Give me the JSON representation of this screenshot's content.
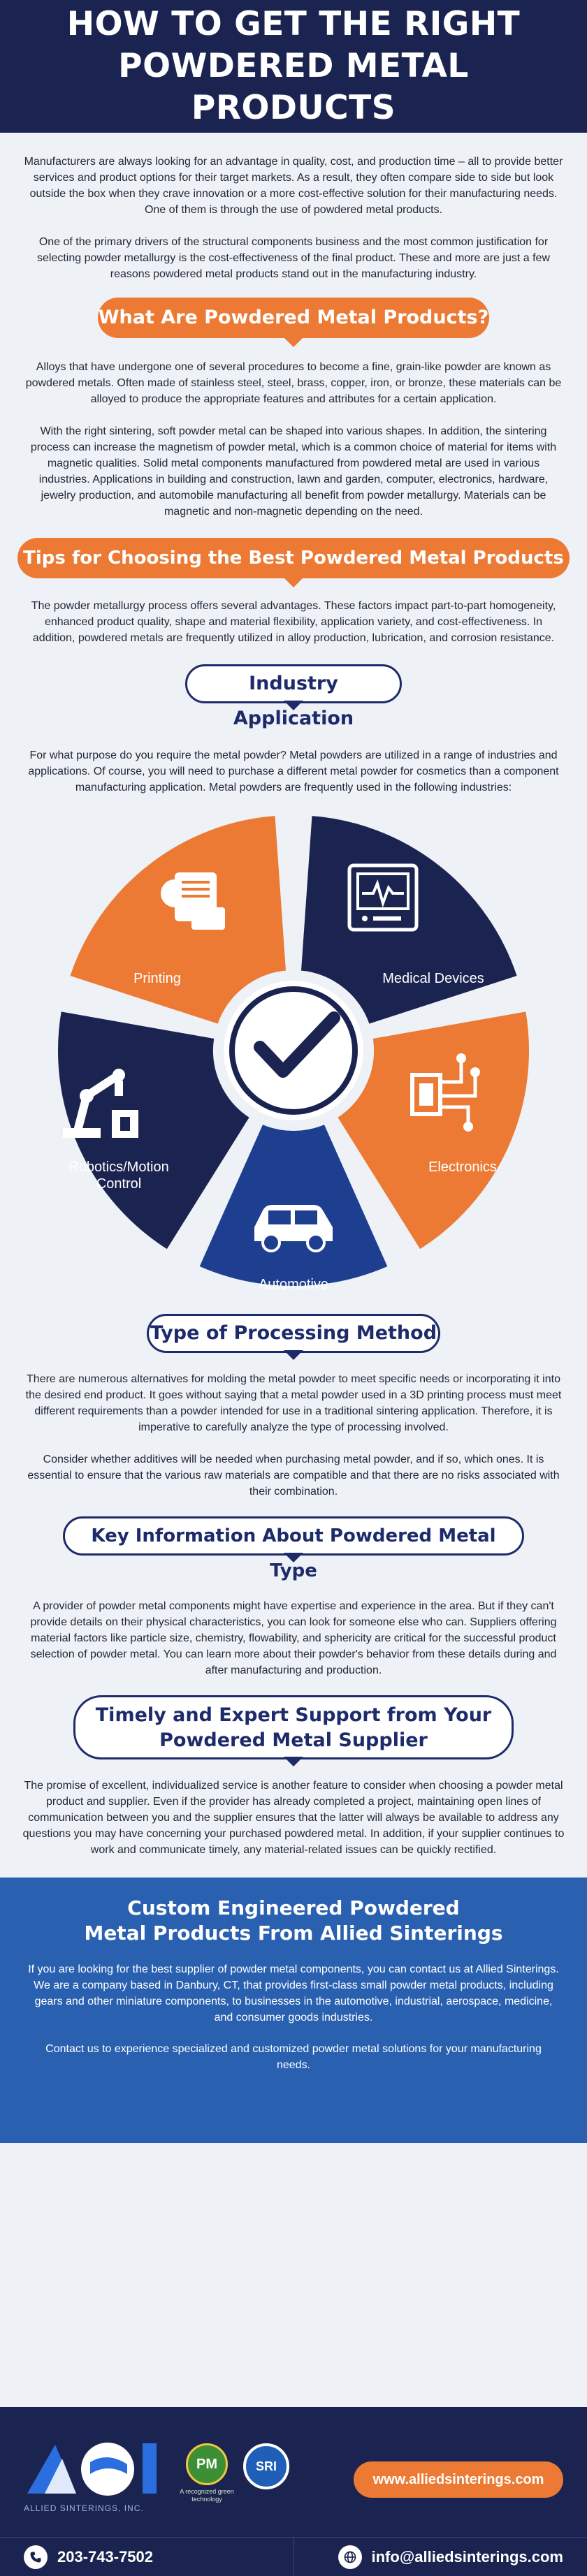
{
  "header": {
    "title": "HOW TO GET THE RIGHT POWDERED METAL PRODUCTS"
  },
  "intro": {
    "p1": "Manufacturers are always looking for an advantage in quality, cost, and production time – all to provide better services and product options for their target markets. As a result, they often compare side to side but look outside the box when they crave innovation or a more cost-effective solution for their manufacturing needs. One of them is through the use of powdered metal products.",
    "p2": "One of the primary drivers of the structural components business and the most common justification for selecting powder metallurgy is the cost-effectiveness of the final product. These and more are just a few reasons powdered metal products stand out in the manufacturing industry."
  },
  "what": {
    "title": "What Are Powdered Metal Products?",
    "p1": "Alloys that have undergone one of several procedures to become a fine, grain-like powder are known as powdered metals. Often made of stainless steel, steel, brass, copper, iron, or bronze, these materials can be alloyed to produce the appropriate features and attributes for a certain application.",
    "p2": "With the right sintering, soft powder metal can be shaped into various shapes. In addition, the sintering process can increase the magnetism of powder metal, which is a common choice of material for items with magnetic qualities. Solid metal components manufactured from powdered metal are used in various industries. Applications in building and construction, lawn and garden, computer, electronics, hardware, jewelry production, and automobile manufacturing all benefit from powder metallurgy. Materials can be magnetic and non-magnetic depending on the need."
  },
  "tips": {
    "title": "Tips for Choosing the Best Powdered Metal Products",
    "p1": "The powder metallurgy process offers several advantages. These factors impact part-to-part homogeneity, enhanced product quality, shape and material flexibility, application variety, and cost-effectiveness. In addition, powdered metals are frequently utilized in alloy production, lubrication, and corrosion resistance."
  },
  "industry": {
    "title": "Industry Application",
    "p1": "For what purpose do you require the metal powder? Metal powders are utilized in a range of industries and applications. Of course, you will need to purchase a different metal powder for cosmetics than a component manufacturing application. Metal powders are frequently used in the following industries:",
    "segments": [
      "Printing",
      "Medical Devices",
      "Electronics",
      "Automotive",
      "Robotics/Motion Control"
    ]
  },
  "processing": {
    "title": "Type of Processing Method",
    "p1": "There are numerous alternatives for molding the metal powder to meet specific needs or incorporating it into the desired end product. It goes without saying that a metal powder used in a 3D printing process must meet different requirements than a powder intended for use in a traditional sintering application. Therefore, it is imperative to carefully analyze the type of processing involved.",
    "p2": "Consider whether additives will be needed when purchasing metal powder, and if so, which ones. It is essential to ensure that the various raw materials are compatible and that there are no risks associated with their combination."
  },
  "keyinfo": {
    "title": "Key Information About Powdered Metal Type",
    "p1": "A provider of powder metal components might have expertise and experience in the area. But if they can't provide details on their physical characteristics, you can look for someone else who can. Suppliers offering material factors like particle size, chemistry, flowability, and sphericity are critical for the successful product selection of powder metal. You can learn more about their powder's behavior from these details during and after manufacturing and production."
  },
  "support": {
    "title_line1": "Timely and Expert Support from Your",
    "title_line2": "Powdered Metal Supplier",
    "p1": "The promise of excellent, individualized service is another feature to consider when choosing a powder metal product and supplier. Even if the provider has already completed a project, maintaining open lines of communication between you and the supplier ensures that the latter will always be available to address any questions you may have concerning your purchased powdered metal. In addition, if your supplier continues to work and communicate timely, any material-related issues can be quickly rectified."
  },
  "custom": {
    "title_line1": "Custom Engineered Powdered",
    "title_line2": "Metal Products From Allied Sinterings",
    "p1": "If you are looking for the best supplier of powder metal components, you can contact us at Allied Sinterings. We are a company based in Danbury, CT, that provides first-class small powder metal products, including gears and other miniature components, to businesses in the automotive, industrial, aerospace, medicine, and consumer goods industries.",
    "p2": "Contact us to experience specialized and customized powder metal solutions for your manufacturing needs."
  },
  "footer": {
    "brand": "ALLIED SINTERINGS, INC.",
    "pmi_text": "A recognized green technology",
    "sri_text": "SRI",
    "pmi_badge": "PM",
    "website": "www.alliedsinterings.com",
    "phone": "203-743-7502",
    "email": "info@alliedsinterings.com"
  },
  "colors": {
    "navy": "#1b2450",
    "orange": "#ec7a34",
    "blue": "#2a60b0",
    "royal": "#1e3f8f"
  }
}
